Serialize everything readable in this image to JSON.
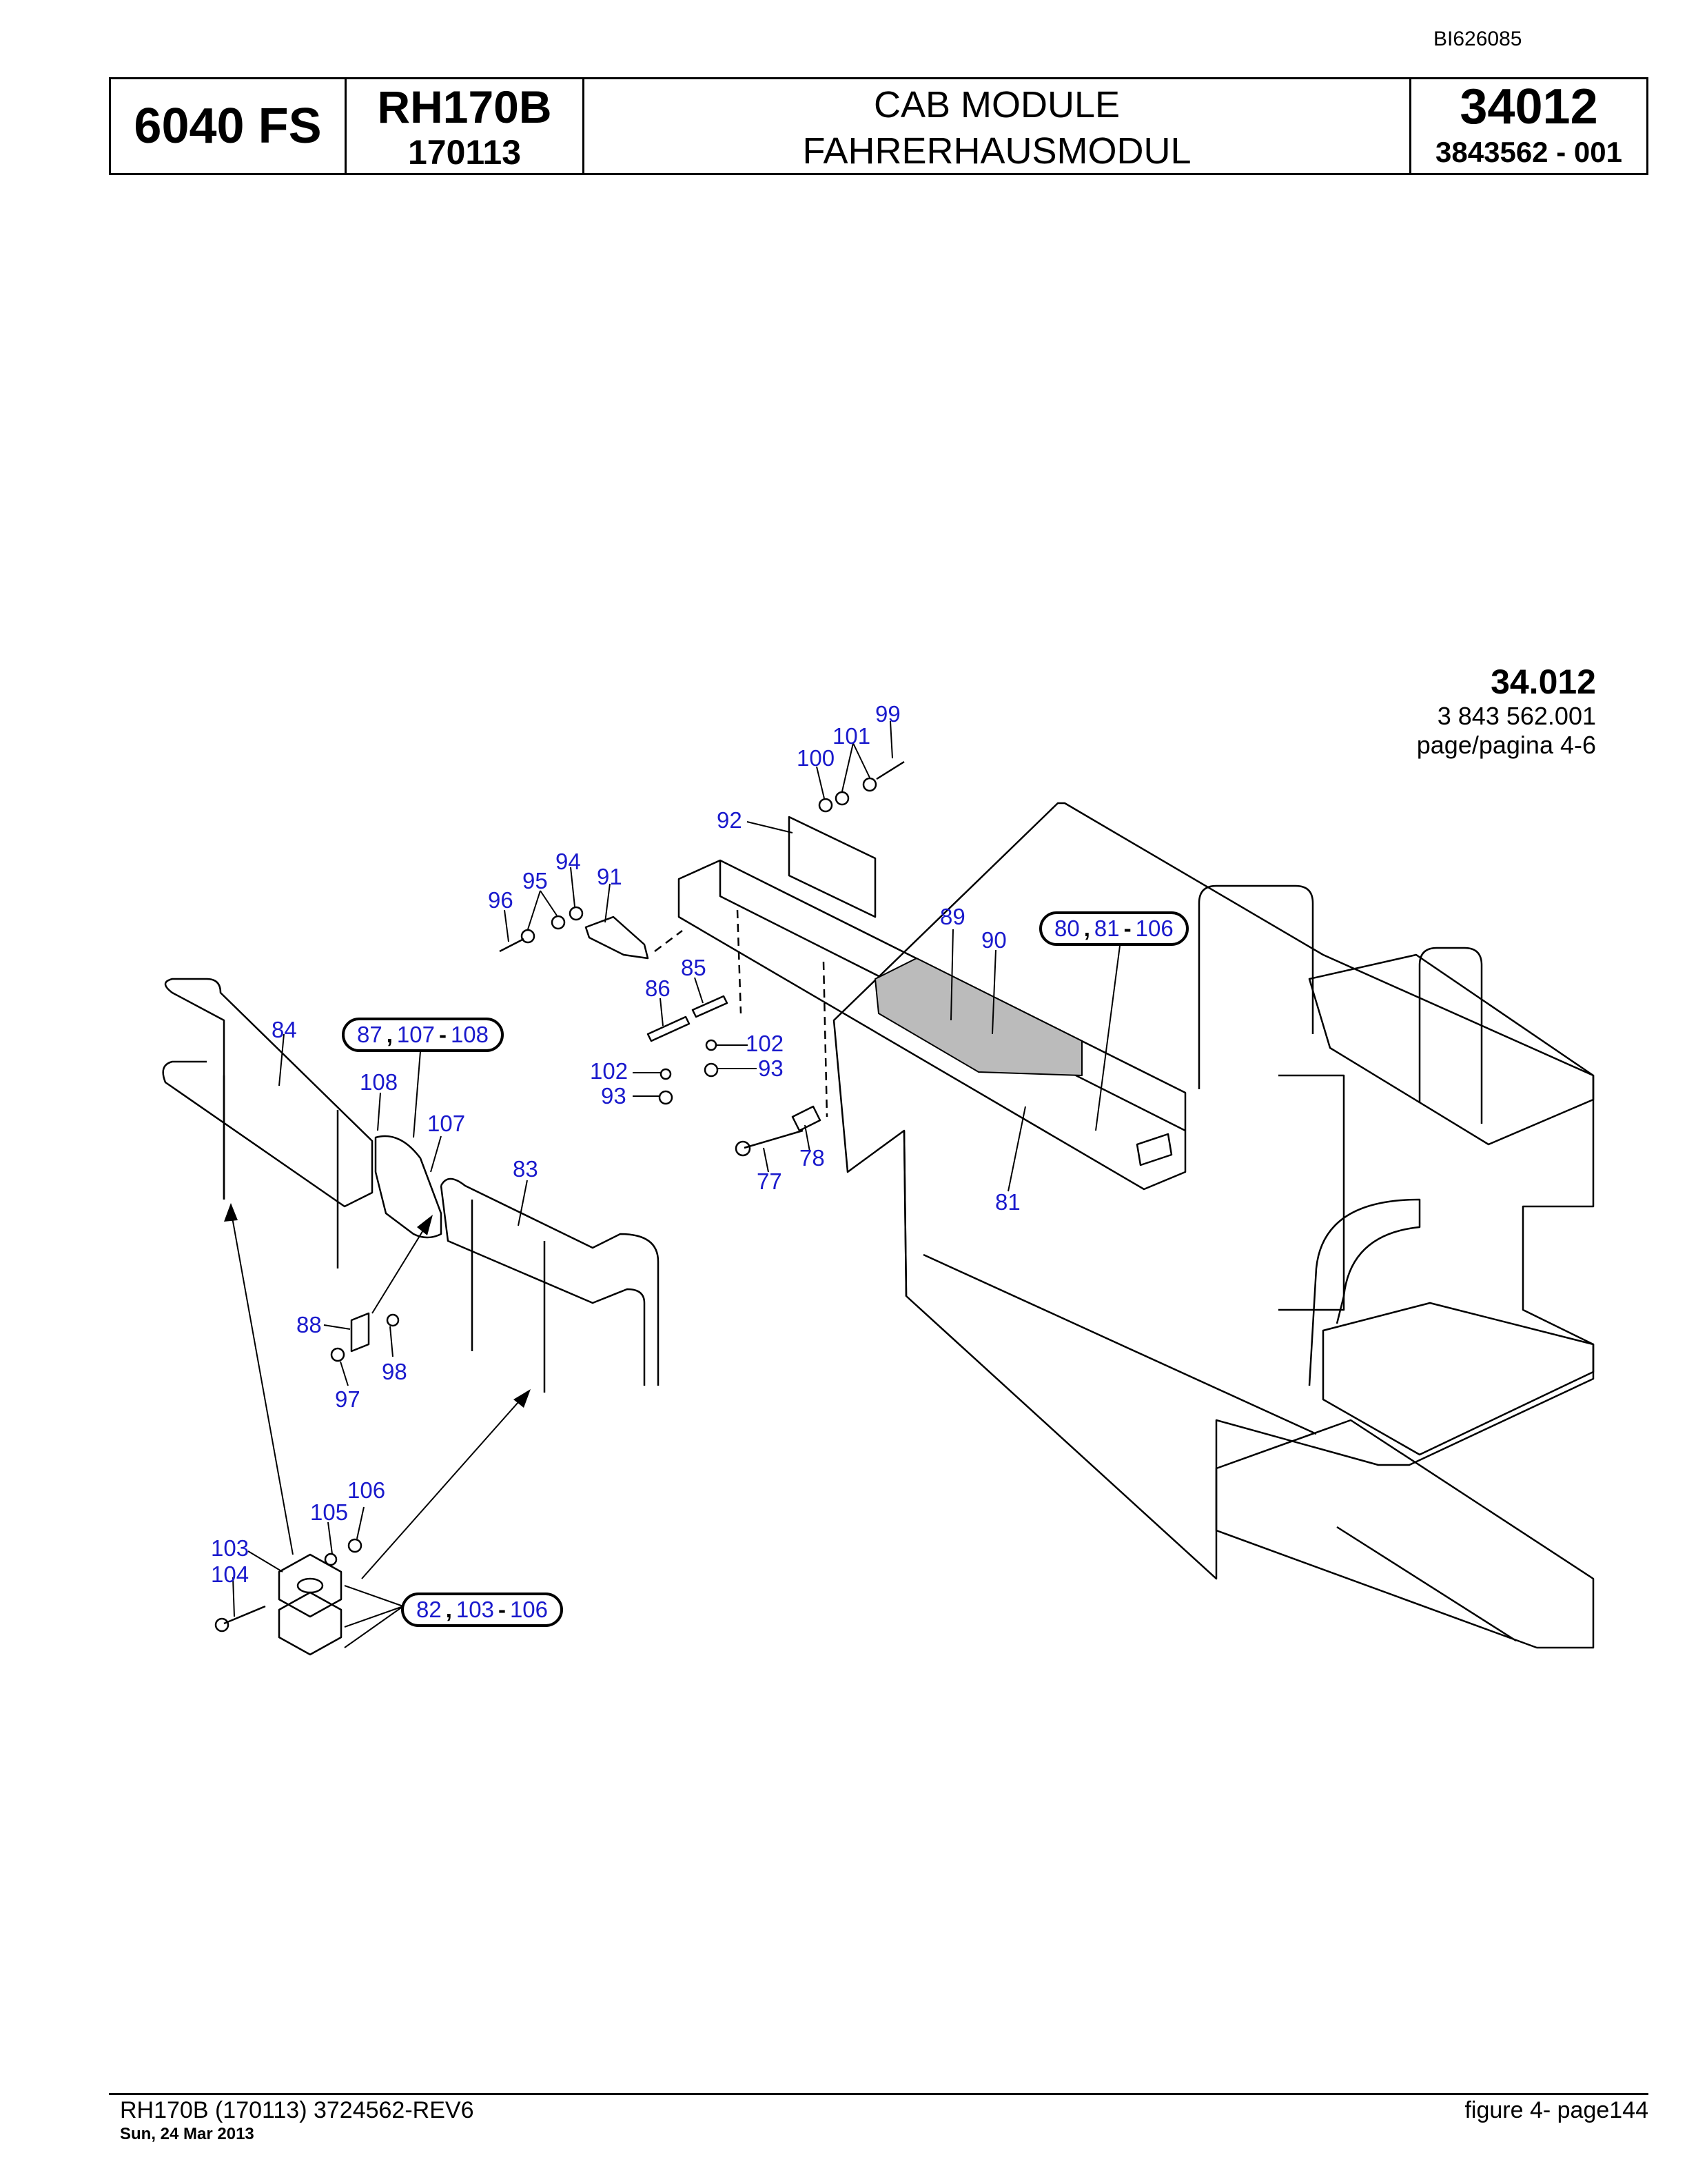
{
  "document": {
    "doc_id": "BI626085",
    "header": {
      "machine": "6040 FS",
      "model": "RH170B",
      "serial": "170113",
      "title_en": "CAB MODULE",
      "title_de": "FAHRERHAUSMODUL",
      "group_no": "34012",
      "part_no": "3843562  - 001"
    },
    "figure_ref": {
      "number": "34.012",
      "part": "3 843 562.001",
      "page": "page/pagina 4-6"
    },
    "callouts": [
      "99",
      "101",
      "100",
      "92",
      "94",
      "95",
      "91",
      "96",
      "89",
      "90",
      "85",
      "86",
      "84",
      "102",
      "102",
      "93",
      "93",
      "108",
      "107",
      "78",
      "77",
      "81",
      "83",
      "88",
      "98",
      "97",
      "106",
      "105",
      "103",
      "104"
    ],
    "groups": [
      {
        "a": "80",
        "b": "81",
        "c": "106"
      },
      {
        "a": "87",
        "b": "107",
        "c": "108"
      },
      {
        "a": "82",
        "b": "103",
        "c": "106"
      }
    ],
    "footer": {
      "left": "RH170B (170113) 3724562-REV6",
      "date": "Sun, 24 Mar 2013",
      "right": "figure  4- page144"
    }
  }
}
